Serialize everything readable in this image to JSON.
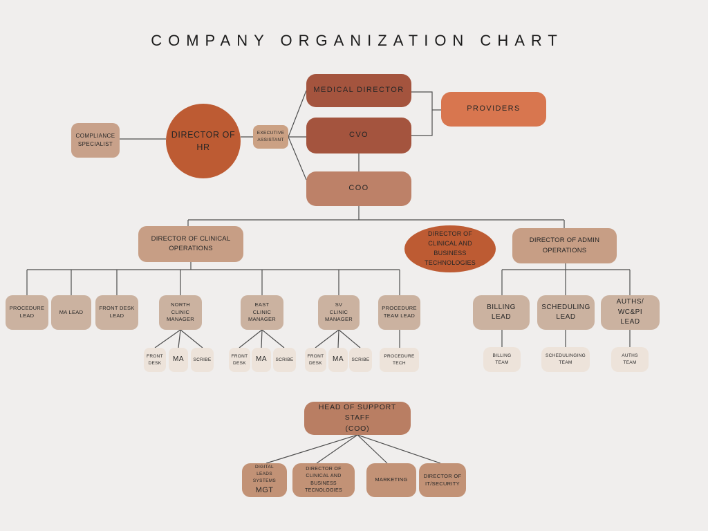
{
  "title": "COMPANY ORGANIZATION CHART",
  "colors": {
    "background": "#F0EEED",
    "line": "#4d4d4d",
    "text": "#262626",
    "dark_rust": "#A4543E",
    "rust": "#BD5B33",
    "salmon": "#D8764F",
    "coo": "#BD8168",
    "exec": "#CBA184",
    "compliance": "#C8A18A",
    "dir_tan": "#C79E85",
    "lead": "#CBB2A0",
    "sub": "#EDE3DA",
    "support": "#B97E63",
    "bottom": "#C29276"
  },
  "nodes": {
    "compliance_specialist": "COMPLIANCE\nSPECIALIST",
    "director_of_hr": "DIRECTOR OF\nHR",
    "executive_assistant": "EXECUTIVE\nASSISTANT",
    "medical_director": "MEDICAL DIRECTOR",
    "cvo": "CVO",
    "coo": "COO",
    "providers": "PROVIDERS",
    "dir_clinical_ops": "DIRECTOR OF CLINICAL\nOPERATIONS",
    "dir_clinical_business_tech": "DIRECTOR OF\nCLINICAL AND\nBUSINESS\nTECHNOLOGIES",
    "dir_admin_ops": "DIRECTOR OF ADMIN\nOPERATIONS",
    "procedure_lead": "PROCEDURE\nLEAD",
    "ma_lead": "MA LEAD",
    "front_desk_lead": "FRONT DESK\nLEAD",
    "north_clinic_manager": "NORTH\nCLINIC\nMANAGER",
    "east_clinic_manager": "EAST\nCLINIC\nMANAGER",
    "sv_clinic_manager": "SV\nCLINIC\nMANAGER",
    "procedure_team_lead": "PROCEDURE\nTEAM LEAD",
    "front_desk": "FRONT\nDESK",
    "ma": "MA",
    "scribe": "SCRIBE",
    "procedure_tech": "PROCEDURE\nTECH",
    "billing_lead": "BILLING\nLEAD",
    "scheduling_lead": "SCHEDULING\nLEAD",
    "auths_wcpi_lead": "AUTHS/\nWC&PI\nLEAD",
    "billing_team": "BILLING\nTEAM",
    "scheduling_team": "SCHEDULINGING\nTEAM",
    "auths_team": "AUTHS\nTEAM",
    "head_support_staff": "HEAD OF SUPPORT STAFF\n(COO)",
    "digital_leads": "DIGITAL\nLEADS\nSYSTEMS",
    "digital_leads_mgt": "MGT",
    "dir_clin_bus_tecnologies": "DIRECTOR OF\nCLINICAL AND\nBUSINESS\nTECNOLOGIES",
    "marketing": "MARKETING",
    "dir_it_security": "DIRECTOR OF\nIT/SECURITY"
  }
}
